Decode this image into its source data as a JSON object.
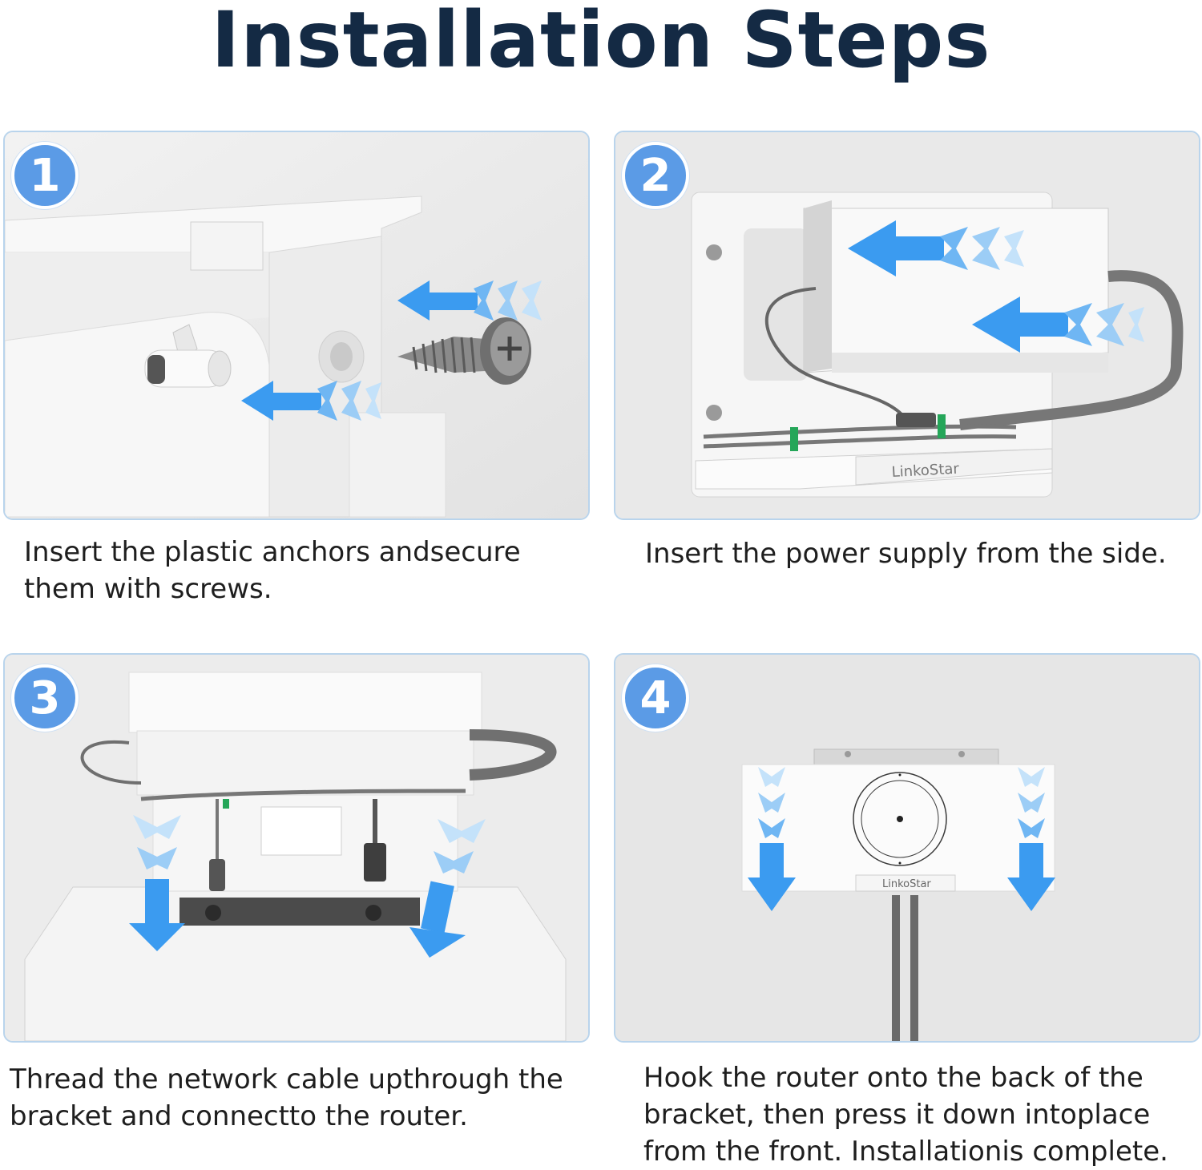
{
  "page_title": "Installation Steps",
  "steps": [
    {
      "number": "1",
      "caption": "Insert the plastic anchors andsecure\nthem with screws."
    },
    {
      "number": "2",
      "caption": "Insert the power supply from the side.",
      "brand_label": "LinkoStar"
    },
    {
      "number": "3",
      "caption": "Thread the network cable upthrough the\nbracket and connectto the router."
    },
    {
      "number": "4",
      "caption": "Hook the router onto the back of the\nbracket, then press it down intoplace\nfrom the front. Installationis complete.",
      "brand_label": "LinkoStar"
    }
  ],
  "colors": {
    "title": "#142a44",
    "badge": "#5b9be6",
    "panel_border": "#b9d4ec",
    "arrow": "#4aa3ee"
  },
  "icons": [
    "screw-icon",
    "arrow-left-icon",
    "arrow-down-icon",
    "router-icon",
    "power-supply-icon",
    "cable-icon"
  ]
}
